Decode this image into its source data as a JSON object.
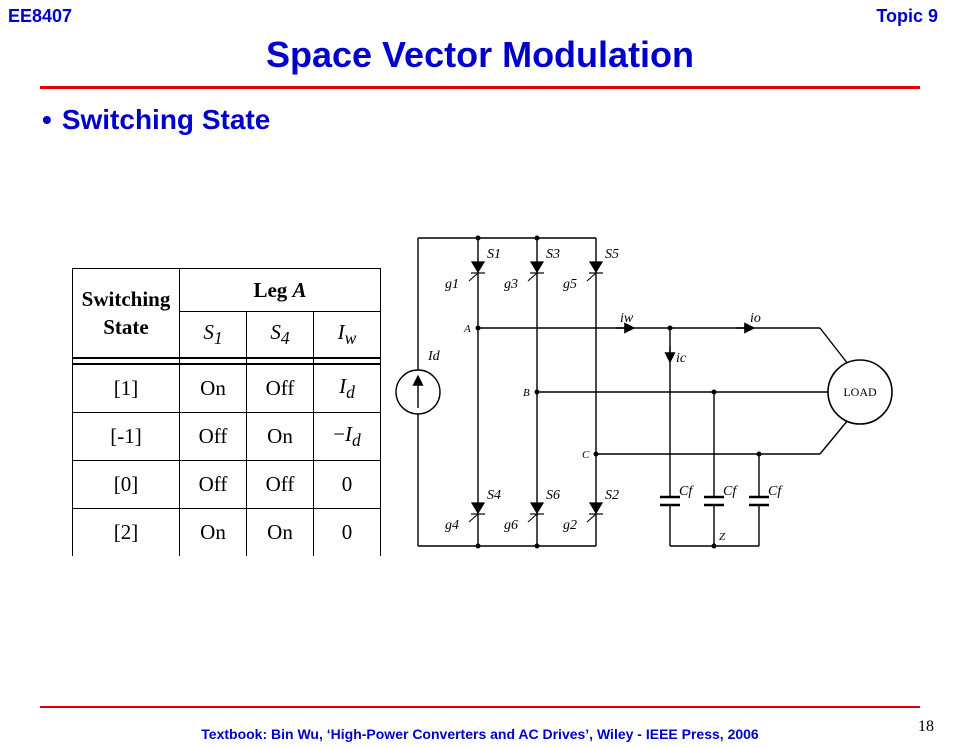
{
  "header": {
    "course": "EE8407",
    "topic": "Topic 9",
    "title": "Space Vector Modulation"
  },
  "bullet": "Switching State",
  "table": {
    "state_header": [
      "Switching",
      "State"
    ],
    "leg_header": "Leg A",
    "columns": [
      "S1",
      "S4",
      "Iw"
    ],
    "rows": [
      {
        "state": "[1]",
        "s1": "On",
        "s4": "Off",
        "iw": "Id"
      },
      {
        "state": "[-1]",
        "s1": "Off",
        "s4": "On",
        "iw": "−Id"
      },
      {
        "state": "[0]",
        "s1": "Off",
        "s4": "Off",
        "iw": "0"
      },
      {
        "state": "[2]",
        "s1": "On",
        "s4": "On",
        "iw": "0"
      }
    ]
  },
  "circuit": {
    "source_label": "Id",
    "upper_switches": [
      "S1",
      "S3",
      "S5"
    ],
    "upper_gates": [
      "g1",
      "g3",
      "g5"
    ],
    "lower_switches": [
      "S4",
      "S6",
      "S2"
    ],
    "lower_gates": [
      "g4",
      "g6",
      "g2"
    ],
    "nodes": [
      "A",
      "B",
      "C",
      "Z"
    ],
    "currents": {
      "iw": "iw",
      "io": "io",
      "ic": "ic"
    },
    "capacitor_label": "Cf",
    "load_label": "LOAD"
  },
  "footer": {
    "textbook": "Textbook: Bin Wu, ‘High-Power Converters and AC Drives’, Wiley - IEEE Press, 2006",
    "page": "18"
  }
}
